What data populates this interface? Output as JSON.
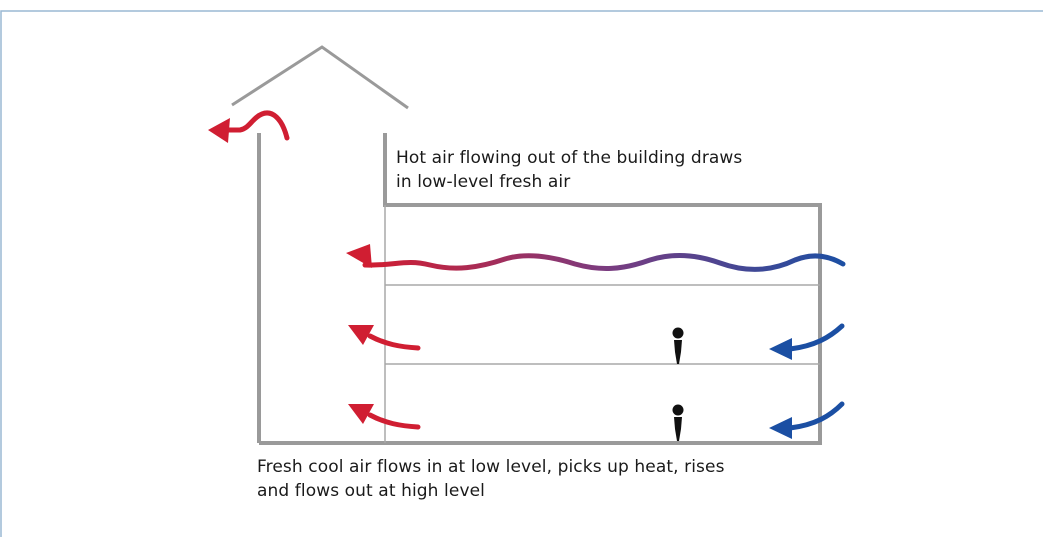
{
  "annotations": {
    "top_note": {
      "lines": [
        "Hot air flowing out of the building draws",
        "in low-level fresh air"
      ]
    },
    "bottom_note": {
      "lines": [
        "Fresh cool air flows in at low level, picks up heat, rises",
        "and flows out at high level"
      ]
    }
  },
  "colors": {
    "frame": "#9ab8d3",
    "structure": "#9a9a9a",
    "floor_line": "#a8a8a8",
    "hot_air": "#d01e32",
    "cool_air": "#1b4fa3",
    "mixed_air": "#7a3c80",
    "person": "#111111"
  },
  "icons": {
    "hot_arrow": "curved-arrow-left",
    "cool_arrow": "curved-arrow-left",
    "person": "person-figure"
  }
}
